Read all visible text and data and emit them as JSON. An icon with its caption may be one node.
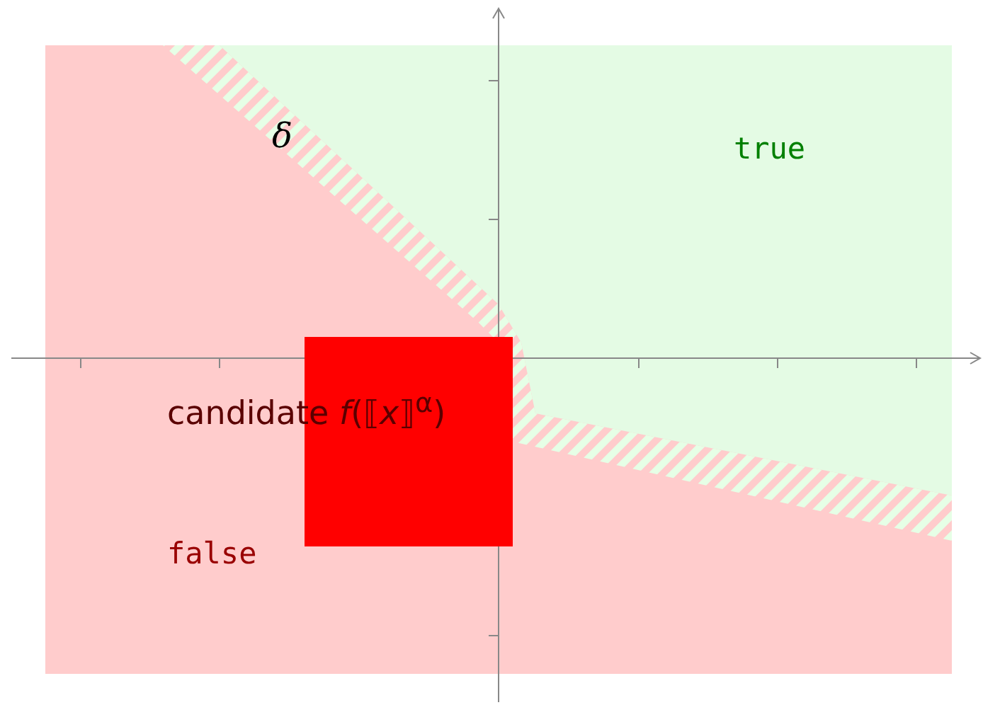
{
  "diagram": {
    "nodes": [
      {
        "text": [],
        "shape": "box"
      }
    ],
    "labels": [
      "δ",
      "true",
      "candidate *f*(⟦*x*⟧$^{α}$)",
      "false"
    ]
  }
}
